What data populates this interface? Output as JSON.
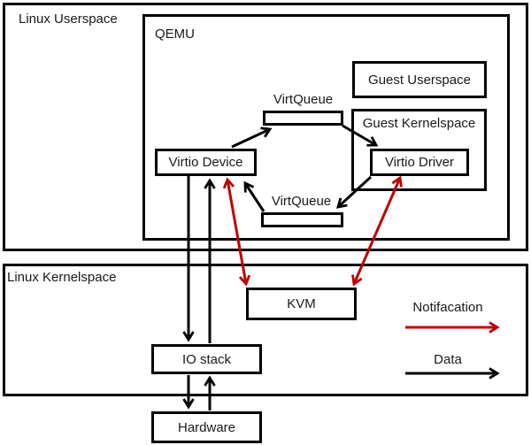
{
  "nodes": {
    "linux_userspace": {
      "label": "Linux Userspace"
    },
    "qemu": {
      "label": "QEMU"
    },
    "guest_userspace": {
      "label": "Guest Userspace"
    },
    "guest_kernelspace": {
      "label": "Guest Kernelspace"
    },
    "virtqueue_top": {
      "label": "VirtQueue"
    },
    "virtio_device": {
      "label": "Virtio Device"
    },
    "virtio_driver": {
      "label": "Virtio Driver"
    },
    "virtqueue_bottom": {
      "label": "VirtQueue"
    },
    "linux_kernelspace": {
      "label": "Linux Kernelspace"
    },
    "kvm": {
      "label": "KVM"
    },
    "io_stack": {
      "label": "IO stack"
    },
    "hardware": {
      "label": "Hardware"
    }
  },
  "legend": {
    "notification": {
      "label": "Notifacation",
      "color": "#c00000"
    },
    "data": {
      "label": "Data",
      "color": "#000000"
    }
  },
  "colors": {
    "line": "#000000",
    "notification": "#c00000",
    "background": "#ffffff"
  },
  "edges": [
    {
      "from": "Virtio Device",
      "to": "VirtQueue (top)",
      "type": "data"
    },
    {
      "from": "VirtQueue (top)",
      "to": "Virtio Driver",
      "type": "data"
    },
    {
      "from": "Virtio Driver",
      "to": "VirtQueue (bottom)",
      "type": "data"
    },
    {
      "from": "VirtQueue (bottom)",
      "to": "Virtio Device",
      "type": "data"
    },
    {
      "from": "Virtio Device",
      "to": "IO stack",
      "type": "data"
    },
    {
      "from": "IO stack",
      "to": "Virtio Device",
      "type": "data"
    },
    {
      "from": "IO stack",
      "to": "Hardware",
      "type": "data"
    },
    {
      "from": "Hardware",
      "to": "IO stack",
      "type": "data"
    },
    {
      "from": "Virtio Device",
      "to": "KVM",
      "type": "notification",
      "bidirectional": true
    },
    {
      "from": "Virtio Driver",
      "to": "KVM",
      "type": "notification",
      "bidirectional": true
    }
  ]
}
